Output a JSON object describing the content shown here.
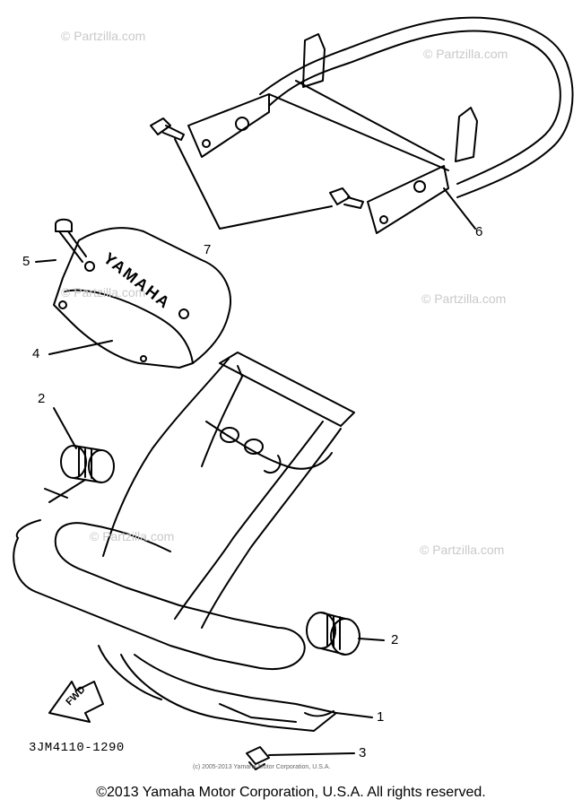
{
  "watermarks": [
    "© Partzilla.com",
    "© Partzilla.com",
    "© Partzilla.com",
    "© Partzilla.com",
    "© Partzilla.com",
    "© Partzilla.com"
  ],
  "callouts": {
    "c1": "1",
    "c2a": "2",
    "c2b": "2",
    "c3": "3",
    "c4": "4",
    "c5": "5",
    "c6": "6",
    "c7": "7"
  },
  "badges": {
    "fwd": "FWD",
    "brand": "YAMAHA"
  },
  "part_number": "3JM4110-1290",
  "small_copyright": "(c) 2005-2013 Yamaha Motor Corporation, U.S.A.",
  "copyright": "©2013 Yamaha Motor Corporation, U.S.A. All rights reserved."
}
